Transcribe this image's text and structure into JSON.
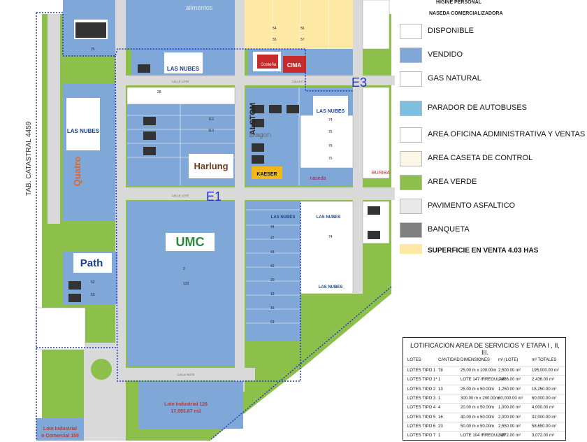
{
  "map": {
    "district_labels": [
      "E1",
      "E3"
    ],
    "cadastral_label": "TAB. CATASTRAL 4459",
    "brands": [
      "LAS NUBES",
      "UMC",
      "Path",
      "Harlung",
      "ALSTOM",
      "aragon",
      "KAESER",
      "naseda",
      "BURIBA",
      "Costeña",
      "CIMA",
      "Quatro",
      "alimentos"
    ],
    "street_labels": [
      "CALLE LOTE",
      "CALLE ITIS",
      "CALLE LOTE",
      "CALLE NOTE"
    ],
    "lot_numbers": [
      "25",
      "52",
      "53",
      "54",
      "55",
      "56",
      "57",
      "74",
      "75",
      "76",
      "75",
      "74",
      "123",
      "112",
      "113",
      "44",
      "47",
      "43",
      "42",
      "20",
      "28",
      "2",
      "15",
      "63",
      "18"
    ],
    "special_lots": [
      {
        "line1": "Lote Industrial 126",
        "line2": "17,093.87 m2"
      },
      {
        "line1": "Lote Industrial",
        "line2": "o Comercial 155"
      }
    ]
  },
  "legend": {
    "header_small_1": "HIGINE PERSONAL",
    "header_small_2": "NASEDA COMERCIALIZADORA",
    "items": [
      {
        "icon": "disponible-swatch",
        "label": "DISPONIBLE",
        "color": "#ffffff"
      },
      {
        "icon": "vendido-swatch",
        "label": "VENDIDO",
        "color": "#7fa8d8"
      },
      {
        "icon": "gas-icon",
        "label": "GAS NATURAL",
        "color": "#ffffff"
      },
      {
        "icon": "bus-icon",
        "label": "PARADOR DE AUTOBUSES",
        "color": "#7fc0e0"
      },
      {
        "icon": "office-icon",
        "label": "AREA OFICINA ADMINISTRATIVA Y VENTAS",
        "color": "#ffffff"
      },
      {
        "icon": "guard-icon",
        "label": "AREA CASETA DE CONTROL",
        "color": "#fbf6e6"
      },
      {
        "icon": "green-swatch",
        "label": "AREA VERDE",
        "color": "#8cc04a"
      },
      {
        "icon": "asphalt-swatch",
        "label": "PAVIMENTO ASFALTICO",
        "color": "#e9e9e9"
      },
      {
        "icon": "banqueta-swatch",
        "label": "BANQUETA",
        "color": "#808080"
      },
      {
        "icon": "sale-swatch",
        "label": "SUPERFICIE EN VENTA 4.03 HAS",
        "color": "#fde9a3"
      }
    ]
  },
  "table": {
    "title": "LOTIFICACION AREA DE SERVICIOS Y  ETAPA  I ,  II,  III.",
    "headers": [
      "LOTES",
      "CANTIDAD",
      "DIMENSIONES",
      "m² (LOTE)",
      "m² TOTALES"
    ],
    "rows": [
      [
        "LOTES TIPO 1",
        "78",
        "25.00 m x 100.00m",
        "2,500.00 m²",
        "195,000.00 m²"
      ],
      [
        "LOTES TIPO 1*",
        "1",
        "LOTE 147 IRREGULAR",
        "2,436.00 m²",
        "2,436.00 m²"
      ],
      [
        "LOTES TIPO 2",
        "13",
        "25.00 m x 50.00m",
        "1,250.00 m²",
        "16,250.00 m²"
      ],
      [
        "LOTES TIPO 3",
        "1",
        "300.00 m x 200.00m",
        "60,000.00 m²",
        "60,000.00 m²"
      ],
      [
        "LOTES TIPO 4",
        "4",
        "20.00 m x 50.00m",
        "1,000.00 m²",
        "4,000.00 m²"
      ],
      [
        "LOTES TIPO 5",
        "16",
        "40.00 m x 50.00m",
        "2,000.00 m²",
        "32,000.00 m²"
      ],
      [
        "LOTES TIPO 6",
        "23",
        "50.00 m x 50.00m",
        "2,550.00 m²",
        "58,650.00 m²"
      ],
      [
        "LOTES TIPO 7",
        "1",
        "LOTE 104 IRREGULAR",
        "3,072.00 m²",
        "3,072.00 m²"
      ]
    ]
  },
  "colors": {
    "sold": "#7fa8d8",
    "green": "#8cc04a",
    "road": "#d9d9d9",
    "sale": "#fde9a3",
    "boundary": "#2233cc"
  }
}
